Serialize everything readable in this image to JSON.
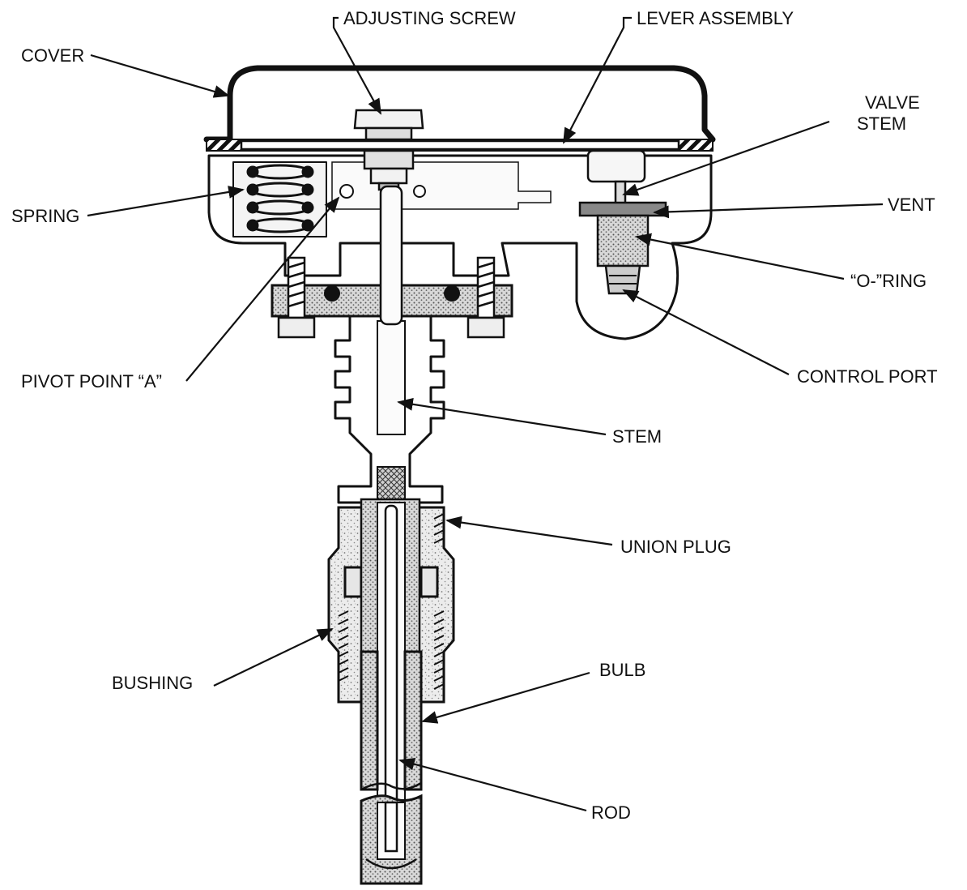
{
  "labels": {
    "cover": "COVER",
    "adjusting_screw": "ADJUSTING SCREW",
    "lever_assembly": "LEVER ASSEMBLY",
    "valve_stem_line1": "VALVE",
    "valve_stem_line2": "STEM",
    "spring": "SPRING",
    "vent": "VENT",
    "o_ring": "“O-”RING",
    "pivot_point": "PIVOT POINT “A”",
    "control_port": "CONTROL PORT",
    "stem": "STEM",
    "union_plug": "UNION PLUG",
    "bushing": "BUSHING",
    "bulb": "BULB",
    "rod": "ROD"
  },
  "colors": {
    "ink": "#111111",
    "stipple_light": "#e6e6e6",
    "stipple_dark": "#bdbdbd",
    "background": "#ffffff"
  }
}
